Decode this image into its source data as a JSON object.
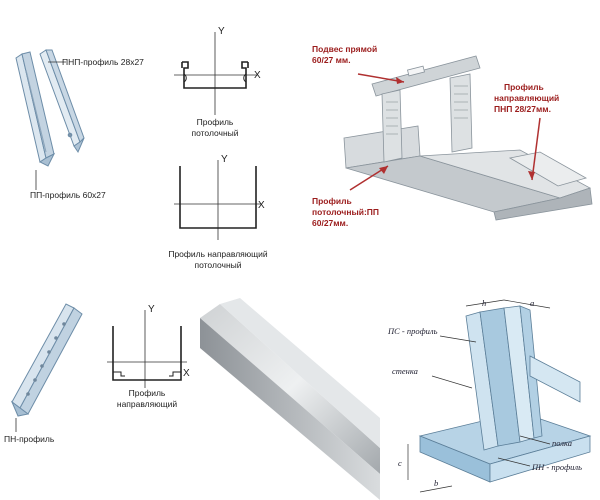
{
  "panel1": {
    "pnp_label": "ПНП-профиль 28х27",
    "pp_label": "ПП-профиль 60х27"
  },
  "panel2": {
    "axis_y": "Y",
    "axis_x": "X",
    "caption_line1": "Профиль",
    "caption_line2": "потолочный"
  },
  "panel3": {
    "axis_y": "Y",
    "axis_x": "X",
    "caption_line1": "Профиль направляющий",
    "caption_line2": "потолочный"
  },
  "panel4": {
    "hanger_line1": "Подвес прямой",
    "hanger_line2": "60/27 мм.",
    "guide_line1": "Профиль",
    "guide_line2": "направляющий",
    "guide_line3": "ПНП  28/27мм.",
    "ceiling_line1": "Профиль",
    "ceiling_line2": "потолочный:ПП",
    "ceiling_line3": "60/27мм."
  },
  "panel5": {
    "pn_label": "ПН-профиль"
  },
  "panel6": {
    "axis_y": "Y",
    "axis_x": "X",
    "caption_line1": "Профиль",
    "caption_line2": "направляющий"
  },
  "panel8": {
    "ps_label": "ПС - профиль",
    "stenka_label": "стенка",
    "polka_label": "полка",
    "pn_label": "ПН - профиль",
    "dim_h": "h",
    "dim_a": "a",
    "dim_c": "c",
    "dim_b": "b"
  }
}
